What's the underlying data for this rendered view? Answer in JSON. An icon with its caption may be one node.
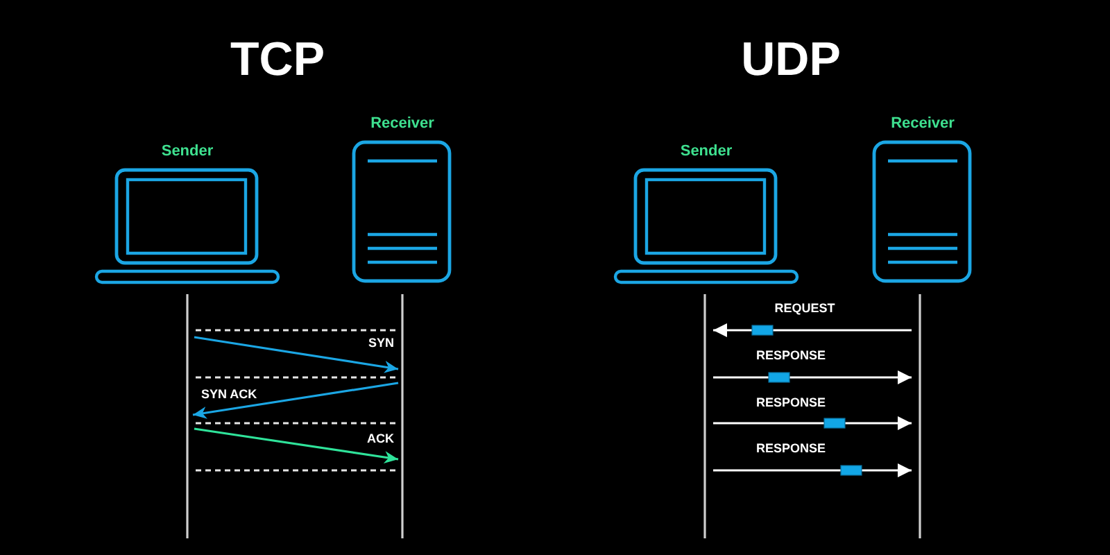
{
  "diagram": {
    "nodes": [
      {
        "text": [
          "Sender"
        ]
      },
      {
        "text": [
          "Receiver"
        ]
      },
      {
        "text": [
          "Sender"
        ]
      },
      {
        "text": [
          "Receiver"
        ]
      }
    ],
    "edges": [
      {
        "from": 0,
        "to": 1,
        "arrow": "to",
        "label": "SYN",
        "color": "#1ba6e4"
      },
      {
        "from": 1,
        "to": 0,
        "arrow": "to",
        "label": "SYN ACK",
        "color": "#1ba6e4"
      },
      {
        "from": 0,
        "to": 1,
        "arrow": "to",
        "label": "ACK",
        "color": "#2fe39a"
      },
      {
        "from": 3,
        "to": 2,
        "arrow": "to",
        "label": "REQUEST"
      },
      {
        "from": 2,
        "to": 3,
        "arrow": "to",
        "label": "RESPONSE"
      },
      {
        "from": 2,
        "to": 3,
        "arrow": "to",
        "label": "RESPONSE"
      },
      {
        "from": 2,
        "to": 3,
        "arrow": "to",
        "label": "RESPONSE"
      }
    ],
    "labels": [
      "TCP",
      "UDP"
    ]
  }
}
